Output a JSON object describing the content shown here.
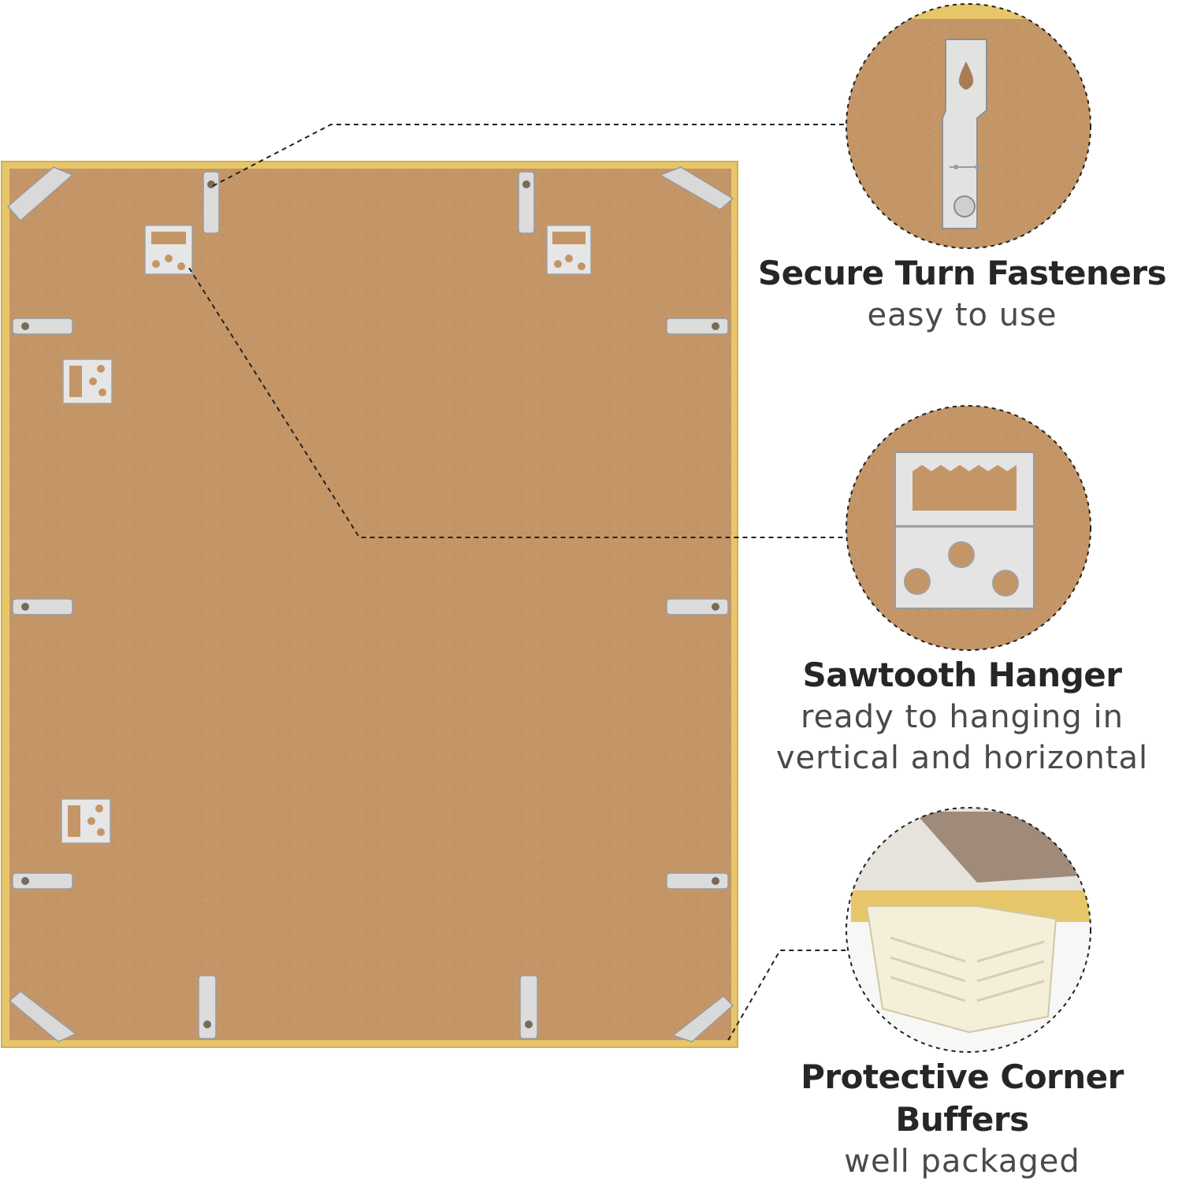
{
  "features": [
    {
      "title": "Secure Turn Fasteners",
      "subtitle": "easy to use"
    },
    {
      "title": "Sawtooth Hanger",
      "subtitle_lines": [
        "ready to hanging in",
        "vertical and horizontal"
      ]
    },
    {
      "title": "Protective Corner Buffers",
      "subtitle": "well packaged"
    }
  ],
  "colors": {
    "frame_gold": "#e7c66a",
    "backboard": "#c49667",
    "metal": "#d8d8d8",
    "text": "#262626"
  }
}
